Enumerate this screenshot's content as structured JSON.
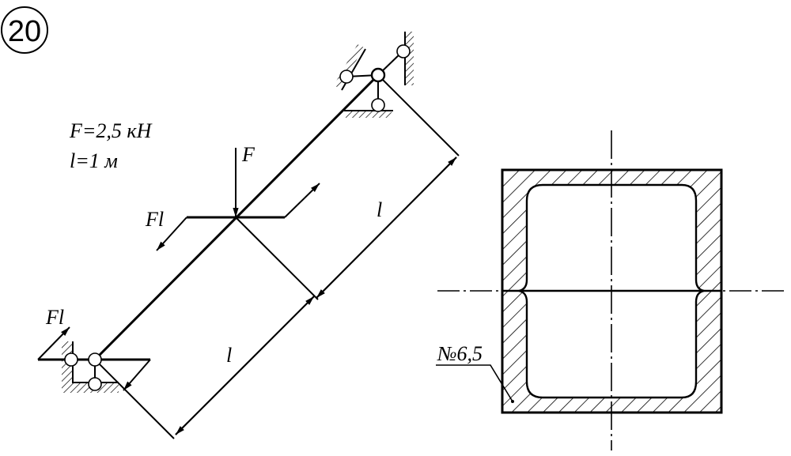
{
  "problem_number": "20",
  "given": {
    "force": "F=2,5 кН",
    "length": "l=1 м"
  },
  "labels": {
    "force": "F",
    "moment_mid": "Fl",
    "moment_end": "Fl",
    "dim_upper": "l",
    "dim_lower": "l",
    "section": "№6,5"
  },
  "colors": {
    "ink": "#000000",
    "background": "#ffffff"
  }
}
